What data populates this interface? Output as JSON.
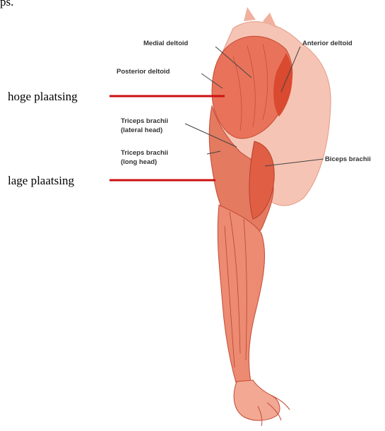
{
  "top_text": "ps.",
  "placements": {
    "high": "hoge plaatsing",
    "low": "lage plaatsing"
  },
  "labels": {
    "medial_deltoid": "Medial deltoid",
    "anterior_deltoid": "Anterior deltoid",
    "posterior_deltoid": "Posterior deltoid",
    "triceps_lateral_1": "Triceps brachii",
    "triceps_lateral_2": "(lateral head)",
    "triceps_long_1": "Triceps brachii",
    "triceps_long_2": "(long head)",
    "biceps_brachii": "Biceps brachii"
  },
  "colors": {
    "marker": "#cc1111",
    "muscle": "#e8735a",
    "muscle_dark": "#c44a35",
    "muscle_light": "#f3b7a3"
  }
}
